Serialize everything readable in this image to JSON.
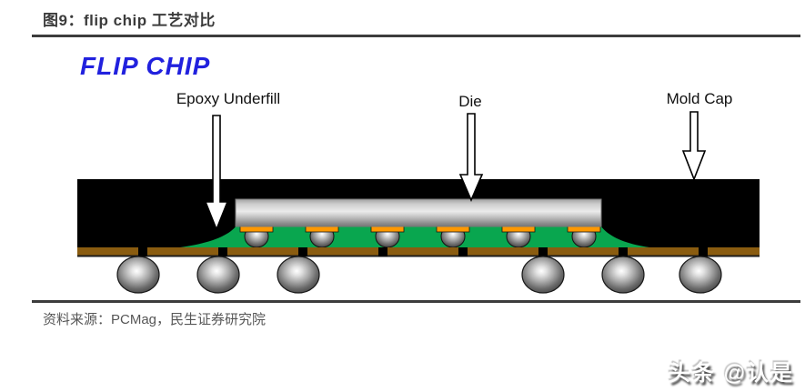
{
  "header": {
    "title": "图9：flip chip 工艺对比"
  },
  "figure": {
    "heading": "FLIP CHIP",
    "labels": {
      "epoxy": "Epoxy Underfill",
      "die": "Die",
      "mold_cap": "Mold Cap"
    },
    "colors": {
      "heading_blue": "#2121de",
      "underfill_green": "#09a64f",
      "substrate_brown": "#8a5c10",
      "pad_orange": "#ff9800",
      "mold_black": "#000000"
    }
  },
  "footer": {
    "source": "资料来源：PCMag，民生证券研究院"
  },
  "watermark": {
    "text": "头条 @认是"
  }
}
